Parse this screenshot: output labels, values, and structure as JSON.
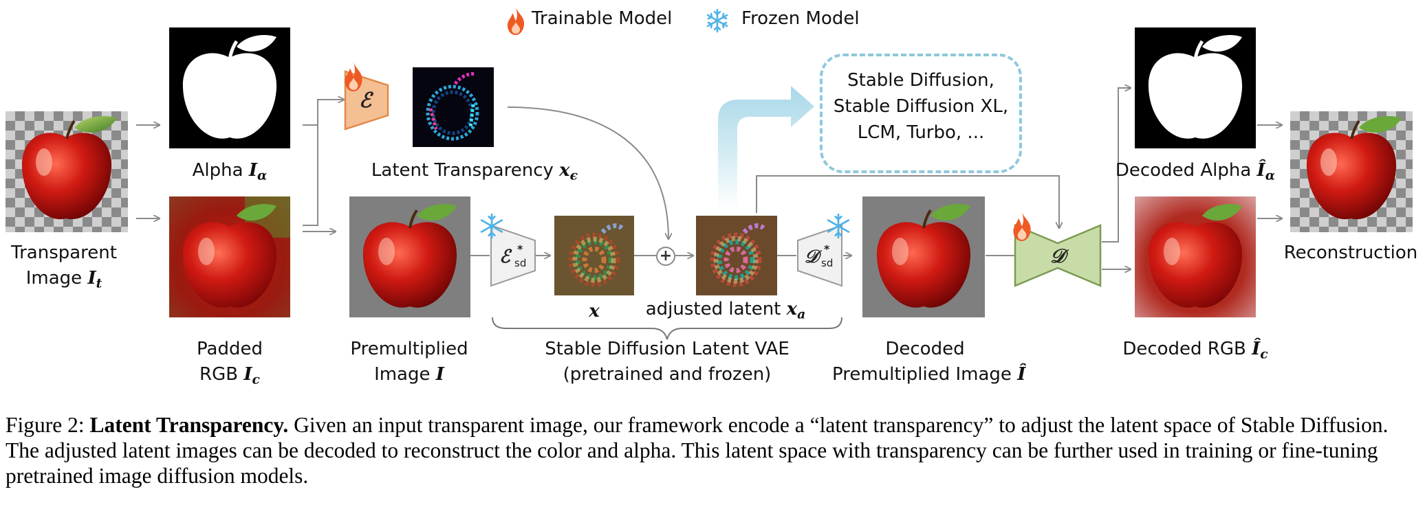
{
  "legend": {
    "trainable": "Trainable Model",
    "frozen": "Frozen Model",
    "trainable_icon": "flame-icon",
    "frozen_icon": "snowflake-icon"
  },
  "colors": {
    "encoder_fill": "#f5bf94",
    "encoder_stroke": "#e08a4a",
    "decoder_fill": "#c8dca8",
    "decoder_stroke": "#7a9a52",
    "frozen_fill": "#f1f1f1",
    "frozen_stroke": "#9a9a9a",
    "flame": "#ef5a24",
    "snowflake": "#4fb3e8",
    "dashed_border": "#8ec8dc",
    "arrow_gradient": "#bfe3ef"
  },
  "nodes": {
    "transparent_image": {
      "line1": "Transparent",
      "line2": "Image",
      "sym": "I",
      "sub": "t"
    },
    "alpha": {
      "text": "Alpha",
      "sym": "I",
      "sub": "α"
    },
    "padded_rgb": {
      "line1": "Padded",
      "line2": "RGB",
      "sym": "I",
      "sub": "c"
    },
    "latent_transparency": {
      "text": "Latent Transparency",
      "sym": "x",
      "sub": "ϵ"
    },
    "premultiplied": {
      "line1": "Premultiplied",
      "line2": "Image",
      "sym": "I"
    },
    "latent_x": {
      "sym": "x"
    },
    "adjusted_latent": {
      "text": "adjusted latent",
      "sym": "x",
      "sub": "a"
    },
    "vae_brace": {
      "line1": "Stable Diffusion Latent VAE",
      "line2": "(pretrained and frozen)"
    },
    "decoded_premultiplied": {
      "line1": "Decoded",
      "line2": "Premultiplied Image",
      "sym": "Î"
    },
    "decoded_alpha": {
      "text": "Decoded Alpha",
      "sym": "Î",
      "sub": "α"
    },
    "decoded_rgb": {
      "text": "Decoded RGB",
      "sym": "Î",
      "sub": "c"
    },
    "reconstruction": {
      "text": "Reconstruction"
    },
    "models_box": {
      "line1": "Stable Diffusion,",
      "line2": "Stable Diffusion XL,",
      "line3": "LCM, Turbo, ..."
    }
  },
  "blocks": {
    "encoder": {
      "sym": "ℰ"
    },
    "sd_encoder": {
      "sym": "ℰ",
      "sup": "*",
      "sub": "sd"
    },
    "sd_decoder": {
      "sym": "𝒟",
      "sup": "*",
      "sub": "sd"
    },
    "decoder": {
      "sym": "𝒟"
    },
    "plus": {
      "sym": "+"
    }
  },
  "caption": {
    "prefix": "Figure 2:",
    "title": "Latent Transparency.",
    "body": "Given an input transparent image, our framework encode a “latent transparency” to adjust the latent space of Stable Diffusion. The adjusted latent images can be decoded to reconstruct the color and alpha. This latent space with transparency can be further used in training or fine-tuning pretrained image diffusion models."
  }
}
